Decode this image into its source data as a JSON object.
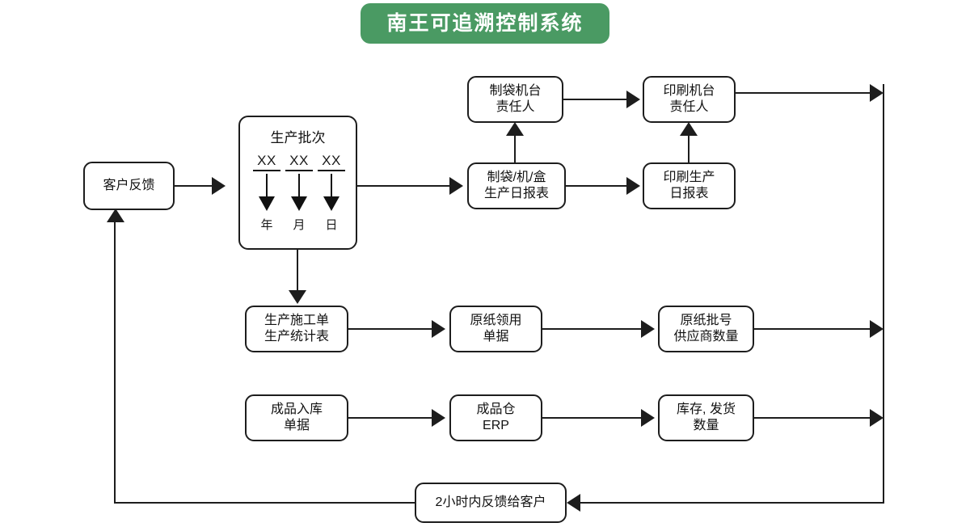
{
  "title": {
    "text": "南王可追溯控制系统",
    "pill_color": "#4a9a63",
    "text_color": "#ffffff"
  },
  "theme": {
    "line_color": "#1d1d1d",
    "box_border": "#1d1d1d",
    "box_fill": "#ffffff",
    "text_color": "#111111"
  },
  "nodes": {
    "customer_feedback": {
      "line1": "客户反馈",
      "line2": ""
    },
    "batch": {
      "title": "生产批次",
      "columns": [
        {
          "value": "XX",
          "unit": "年"
        },
        {
          "value": "XX",
          "unit": "月"
        },
        {
          "value": "XX",
          "unit": "日"
        }
      ]
    },
    "bagmaking_operator": {
      "line1": "制袋机台",
      "line2": "责任人"
    },
    "printing_operator": {
      "line1": "印刷机台",
      "line2": "责任人"
    },
    "bagmaking_daily_report": {
      "line1": "制袋/机/盒",
      "line2": "生产日报表"
    },
    "printing_daily_report": {
      "line1": "印刷生产",
      "line2": "日报表"
    },
    "production_work_order": {
      "line1": "生产施工单",
      "line2": "生产统计表"
    },
    "paper_requisition": {
      "line1": "原纸领用",
      "line2": "单据"
    },
    "paper_batch_supplier": {
      "line1": "原纸批号",
      "line2": "供应商数量"
    },
    "finished_goods_receipt": {
      "line1": "成品入库",
      "line2": "单据"
    },
    "finished_goods_erp": {
      "line1": "成品仓",
      "line2": "ERP"
    },
    "stock_shipment": {
      "line1": "库存, 发货",
      "line2": "数量"
    },
    "feedback_2h": {
      "line1": "2小时内反馈给客户",
      "line2": ""
    }
  }
}
